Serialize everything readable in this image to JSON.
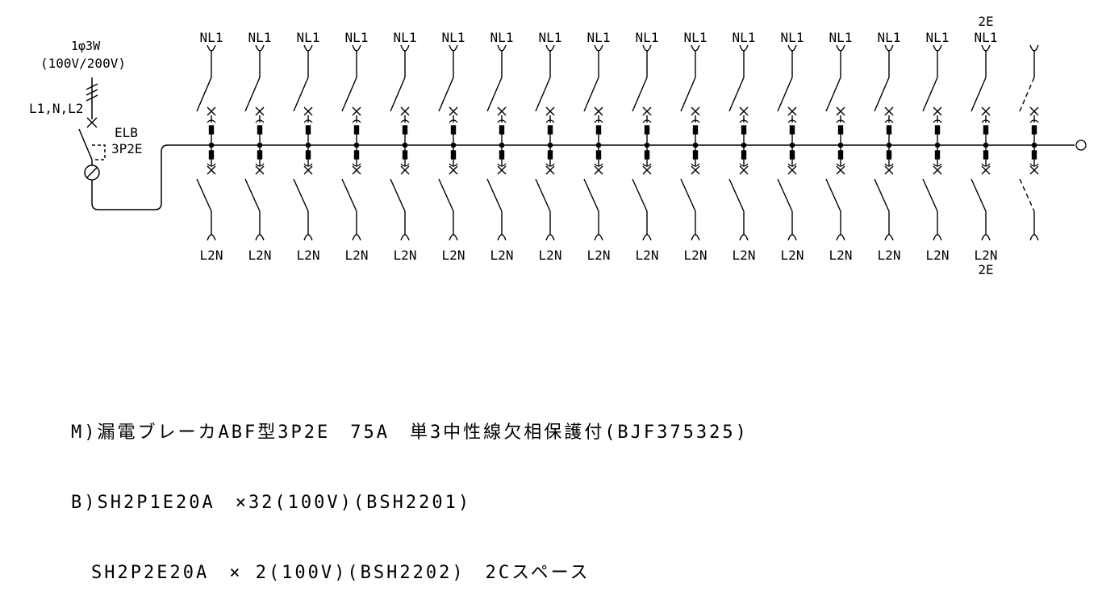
{
  "supply": {
    "phase": "1φ3W",
    "voltage": "(100V/200V)",
    "lines": "L1,N,L2"
  },
  "main_breaker": {
    "type": "ELB",
    "poles": "3P2E"
  },
  "branches": {
    "top_label": "NL1",
    "bottom_label": "L2N",
    "last_top_extra": "2E",
    "last_top_label": "NL1",
    "last_bottom_label": "L2N",
    "last_bottom_extra": "2E"
  },
  "notes": {
    "line1": "M)漏電ブレーカABF型3P2E　75A　単3中性線欠相保護付(BJF375325)",
    "line2": "B)SH2P1E20A　×32(100V)(BSH2201)",
    "line3": "　SH2P2E20A　× 2(100V)(BSH2202)　2Cスペース"
  }
}
